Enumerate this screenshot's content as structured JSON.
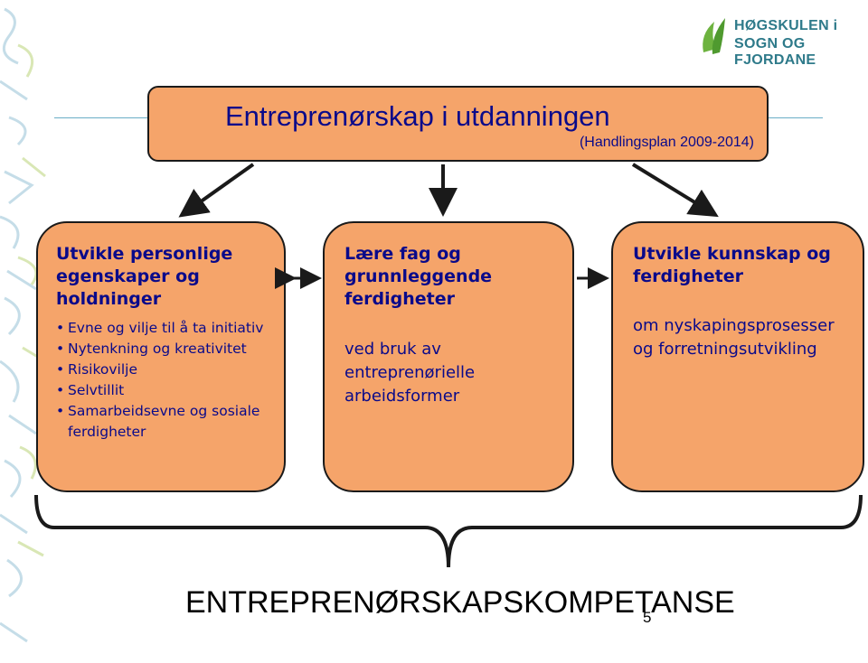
{
  "logo": {
    "line1": "HØGSKULEN i",
    "line2": "SOGN OG FJORDANE",
    "colors": {
      "green": "#6db33f",
      "text": "#2e7a8a"
    }
  },
  "header": {
    "title": "Entreprenørskap i utdanningen",
    "subtitle": "(Handlingsplan 2009-2014)"
  },
  "boxes": [
    {
      "heading": "Utvikle personlige egenskaper og holdninger",
      "bullets": [
        "Evne og vilje til å ta initiativ",
        "Nytenkning og kreativitet",
        "Risikovilje",
        "Selvtillit",
        "Samarbeidsevne og sosiale ferdigheter"
      ]
    },
    {
      "heading": "Lære fag og grunnleggende ferdigheter",
      "body": "ved bruk av entreprenørielle arbeidsformer"
    },
    {
      "heading": "Utvikle kunnskap og ferdigheter",
      "body": "om nyskapingsprosesser og forretningsutvikling"
    }
  ],
  "footer": {
    "title": "ENTREPRENØRSKAPSKOMPETANSE",
    "page_number": "5"
  },
  "colors": {
    "box_fill": "#f5a46a",
    "text": "#0a0a8a",
    "border": "#1a1a1a",
    "accent_line": "#6aaec7"
  }
}
